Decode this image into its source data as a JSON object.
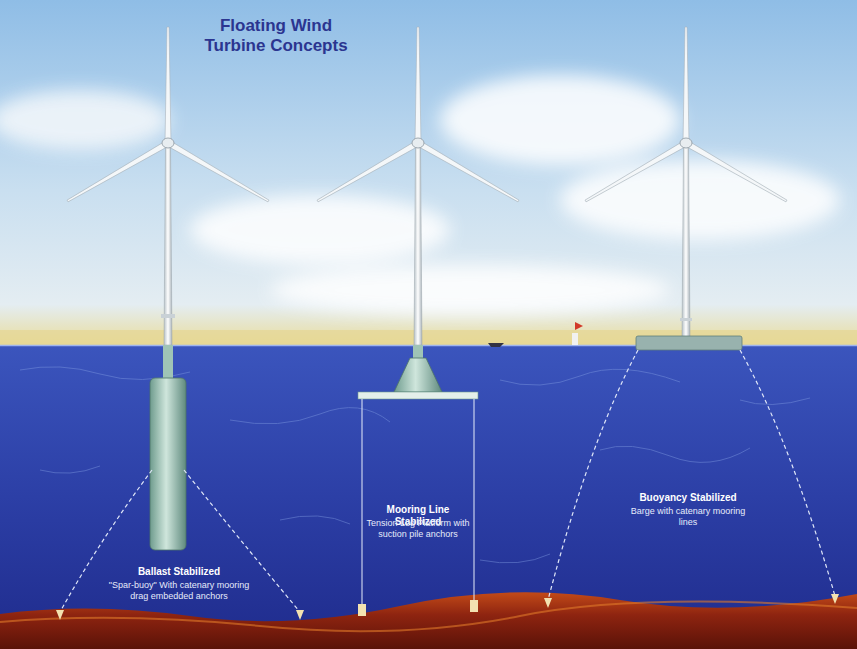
{
  "diagram": {
    "title": "Floating Wind Turbine Concepts",
    "labels": [
      "Ballast Stabilized",
      "\"Spar-buoy\" With catenary mooring drag embedded anchors",
      "Mooring Line Stabilized",
      "Tension Leg Platform with suction pile anchors",
      "Buoyancy Stabilized",
      "Barge with catenary mooring lines"
    ]
  }
}
